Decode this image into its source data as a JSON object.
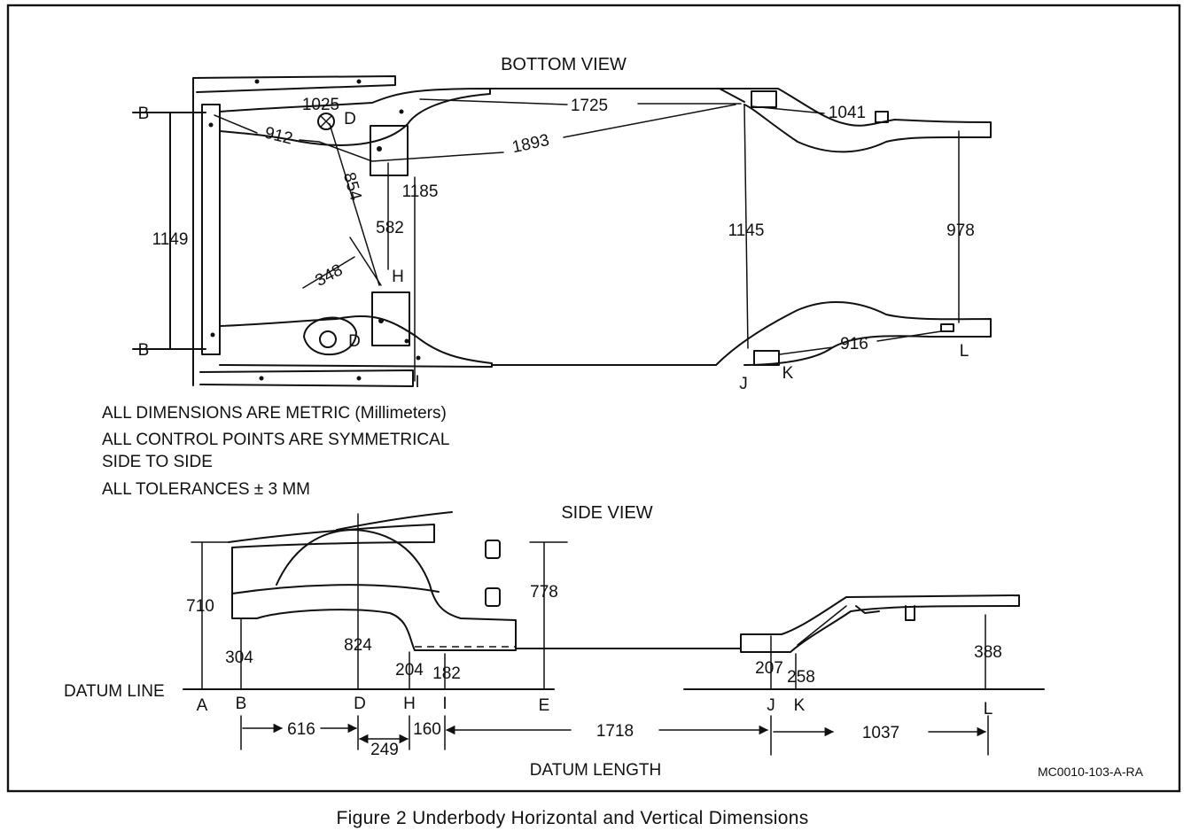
{
  "caption": "Figure 2 Underbody Horizontal and Vertical Dimensions",
  "code": "MC0010-103-A-RA",
  "bottom_view": {
    "title": "BOTTOM VIEW",
    "points": {
      "B1": "B",
      "B2": "B",
      "D1": "D",
      "D2": "D",
      "H": "H",
      "I": "I",
      "J": "J",
      "K": "K",
      "L": "L"
    },
    "dims": {
      "d1025": "1025",
      "d1725": "1725",
      "d1041": "1041",
      "d912": "912",
      "d1893": "1893",
      "d854": "854",
      "d1185": "1185",
      "d1149": "1149",
      "d582": "582",
      "d1145": "1145",
      "d978": "978",
      "d348": "348",
      "d916": "916"
    }
  },
  "notes": {
    "line1": "ALL DIMENSIONS ARE METRIC (Millimeters)",
    "line2": "ALL CONTROL POINTS ARE SYMMETRICAL",
    "line3": "SIDE TO SIDE",
    "line4": "ALL TOLERANCES ± 3 MM"
  },
  "side_view": {
    "title": "SIDE VIEW",
    "datum_line": "DATUM LINE",
    "datum_length": "DATUM LENGTH",
    "heights": {
      "h710": "710",
      "h304": "304",
      "h824": "824",
      "h204": "204",
      "h182": "182",
      "h778": "778",
      "h207": "207",
      "h258": "258",
      "h388": "388"
    },
    "points": {
      "A": "A",
      "B": "B",
      "D": "D",
      "H": "H",
      "I": "I",
      "E": "E",
      "J": "J",
      "K": "K",
      "L": "L"
    },
    "lengths": {
      "l616": "616",
      "l249": "249",
      "l160": "160",
      "l1718": "1718",
      "l1037": "1037"
    }
  }
}
